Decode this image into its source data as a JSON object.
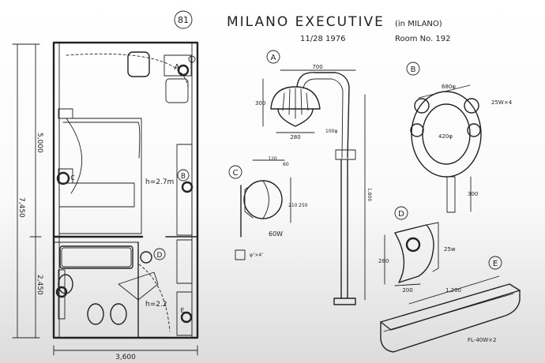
{
  "header": {
    "sheet_number": "81",
    "title": "MILANO EXECUTIVE",
    "location": "(in MILANO)",
    "date": "11/28 1976",
    "room": "Room No. 192"
  },
  "plan": {
    "dim_left_outer": "7,450",
    "dim_left_upper": "5,000",
    "dim_left_lower": "2,450",
    "dim_bottom": "3,600",
    "ceiling_height_room": "h=2.7m",
    "ceiling_height_bath": "h=2.2",
    "fixture_markers": [
      "A",
      "B",
      "C",
      "D",
      "E"
    ]
  },
  "fixtures": {
    "A": {
      "letter": "A",
      "width": "700",
      "height": "300",
      "shade_width": "280",
      "stem": "100φ",
      "pole": "1,800"
    },
    "B": {
      "letter": "B",
      "width": "680φ",
      "inner": "420φ",
      "depth": "300",
      "lamps": "25W×4"
    },
    "C": {
      "letter": "C",
      "top1": "120",
      "top2": "60",
      "side": "210",
      "height": "250",
      "wattage": "60W",
      "switch": "φ⁷×4″"
    },
    "D": {
      "letter": "D",
      "height": "280",
      "width": "200",
      "wattage": "25w"
    },
    "E": {
      "letter": "E",
      "length": "1,200",
      "lamps": "FL-40W×2"
    }
  }
}
